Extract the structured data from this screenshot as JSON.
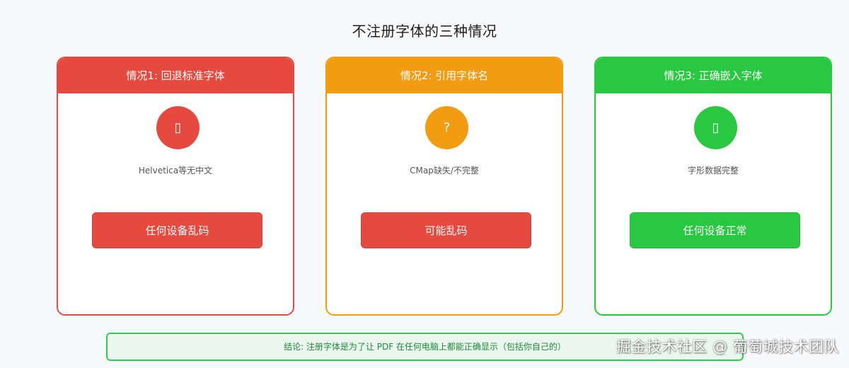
{
  "title": "不注册字体的三种情况",
  "cards": [
    {
      "header": "情况1: 回退标准字体",
      "icon_char": "▯",
      "icon_name": "empty-box-icon",
      "desc": "Helvetica等无中文",
      "button": "任何设备乱码",
      "accent": "#e64a3f",
      "button_color": "#e64a3f"
    },
    {
      "header": "情况2: 引用字体名",
      "icon_char": "?",
      "icon_name": "question-mark-icon",
      "desc": "CMap缺失/不完整",
      "button": "可能乱码",
      "accent": "#f39c12",
      "button_color": "#e64a3f"
    },
    {
      "header": "情况3: 正确嵌入字体",
      "icon_char": "▯",
      "icon_name": "empty-box-icon",
      "desc": "字形数据完整",
      "button": "任何设备正常",
      "accent": "#28c840",
      "button_color": "#28c840"
    }
  ],
  "conclusion": "结论: 注册字体是为了让 PDF 在任何电脑上都能正确显示（包括你自己的）",
  "watermark": "掘金技术社区 @ 葡萄城技术团队"
}
